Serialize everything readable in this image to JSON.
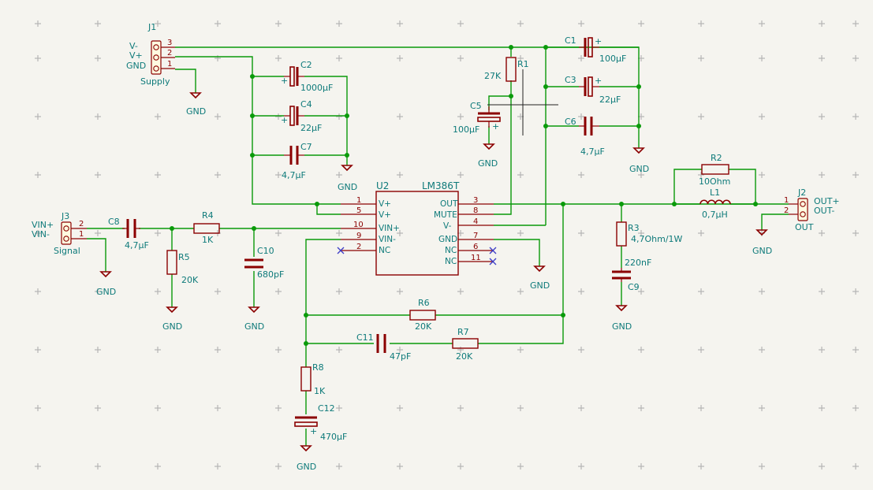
{
  "colors": {
    "wire": "#0a9a0a",
    "symbol": "#8b0000",
    "text": "#0e7a7a",
    "noconnect": "#3b3bc7",
    "background": "#f5f4ef"
  },
  "components": {
    "J1": {
      "ref": "J1",
      "value": "Supply",
      "pins": [
        "3",
        "2",
        "1"
      ],
      "labels": [
        "V-",
        "V+",
        "GND"
      ]
    },
    "J2": {
      "ref": "J2",
      "value": "OUT",
      "pins": [
        "1",
        "2"
      ],
      "labels": [
        "OUT+",
        "OUT-"
      ]
    },
    "J3": {
      "ref": "J3",
      "value": "Signal",
      "pins": [
        "2",
        "1"
      ],
      "labels": [
        "VIN+",
        "VIN-"
      ]
    },
    "C1": {
      "ref": "C1",
      "value": "100µF"
    },
    "C2": {
      "ref": "C2",
      "value": "1000µF"
    },
    "C3": {
      "ref": "C3",
      "value": "22µF"
    },
    "C4": {
      "ref": "C4",
      "value": "22µF"
    },
    "C5": {
      "ref": "C5",
      "value": "100µF"
    },
    "C6": {
      "ref": "C6",
      "value": "4,7µF"
    },
    "C7": {
      "ref": "C7",
      "value": "4,7µF"
    },
    "C8": {
      "ref": "C8",
      "value": "4,7µF"
    },
    "C9": {
      "ref": "C9",
      "value": "220nF"
    },
    "C10": {
      "ref": "C10",
      "value": "680pF"
    },
    "C11": {
      "ref": "C11",
      "value": "47pF"
    },
    "C12": {
      "ref": "C12",
      "value": "470µF"
    },
    "R1": {
      "ref": "R1",
      "value": "27K"
    },
    "R2": {
      "ref": "R2",
      "value": "10Ohm"
    },
    "R3": {
      "ref": "R3",
      "value": "4,7Ohm/1W"
    },
    "R4": {
      "ref": "R4",
      "value": "1K"
    },
    "R5": {
      "ref": "R5",
      "value": "20K"
    },
    "R6": {
      "ref": "R6",
      "value": "20K"
    },
    "R7": {
      "ref": "R7",
      "value": "20K"
    },
    "R8": {
      "ref": "R8",
      "value": "1K"
    },
    "L1": {
      "ref": "L1",
      "value": "0,7µH"
    },
    "U2": {
      "ref": "U2",
      "value": "LM386T",
      "left_pins": [
        {
          "num": "1",
          "name": "V+"
        },
        {
          "num": "5",
          "name": "V+"
        },
        {
          "num": "10",
          "name": "VIN+"
        },
        {
          "num": "9",
          "name": "VIN-"
        },
        {
          "num": "2",
          "name": "NC"
        }
      ],
      "right_pins": [
        {
          "num": "3",
          "name": "OUT"
        },
        {
          "num": "8",
          "name": "MUTE"
        },
        {
          "num": "4",
          "name": "V-"
        },
        {
          "num": "7",
          "name": "GND"
        },
        {
          "num": "6",
          "name": "NC"
        },
        {
          "num": "11",
          "name": "NC"
        }
      ]
    }
  },
  "gnd_label": "GND"
}
